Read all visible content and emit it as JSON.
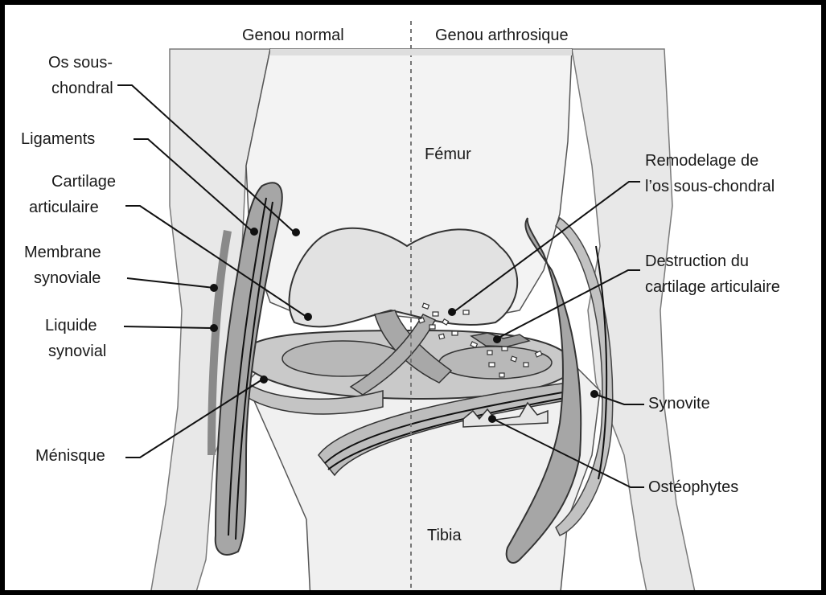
{
  "headers": {
    "left": "Genou normal",
    "right": "Genou arthrosique"
  },
  "bones": {
    "femur": "Fémur",
    "tibia": "Tibia"
  },
  "labels_left": {
    "os_sous_chondral_1": "Os sous-",
    "os_sous_chondral_2": "chondral",
    "ligaments": "Ligaments",
    "cartilage_1": "Cartilage",
    "cartilage_2": "articulaire",
    "membrane_1": "Membrane",
    "membrane_2": "synoviale",
    "liquide_1": "Liquide",
    "liquide_2": "synovial",
    "menisque": "Ménisque"
  },
  "labels_right": {
    "remodelage_1": "Remodelage de",
    "remodelage_2": "l’os sous-chondral",
    "destruction_1": "Destruction du",
    "destruction_2": "cartilage articulaire",
    "synovite": "Synovite",
    "osteophytes": "Ostéophytes"
  },
  "colors": {
    "background": "#ffffff",
    "bone_light": "#ececec",
    "bone_mid": "#dcdcdc",
    "cartilage": "#cfcfcf",
    "meniscus": "#b5b5b5",
    "ligament": "#9c9c9c",
    "outline": "#222222"
  }
}
